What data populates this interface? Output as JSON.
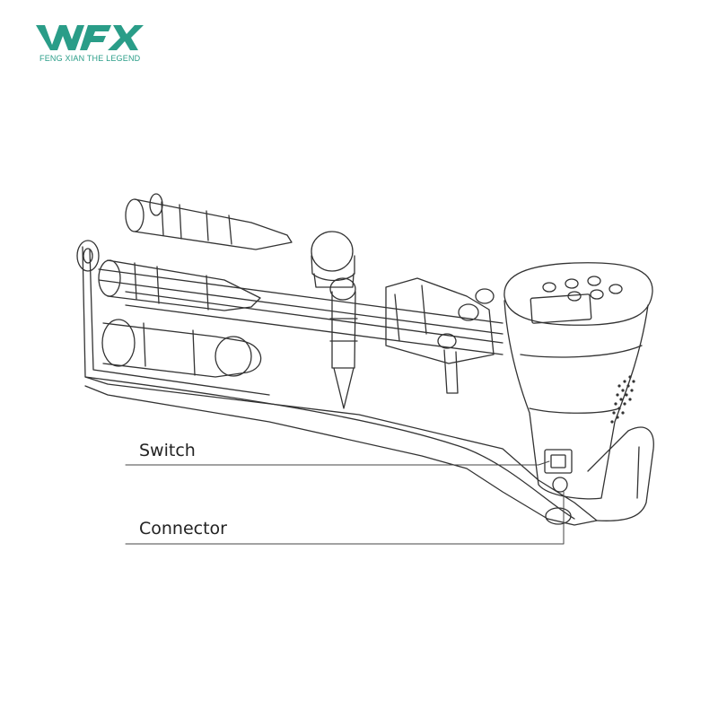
{
  "brand": {
    "name": "FENG XIAN THE LEGEND",
    "color": "#2a9d88"
  },
  "callouts": [
    {
      "label": "Switch"
    },
    {
      "label": "Connector"
    }
  ]
}
